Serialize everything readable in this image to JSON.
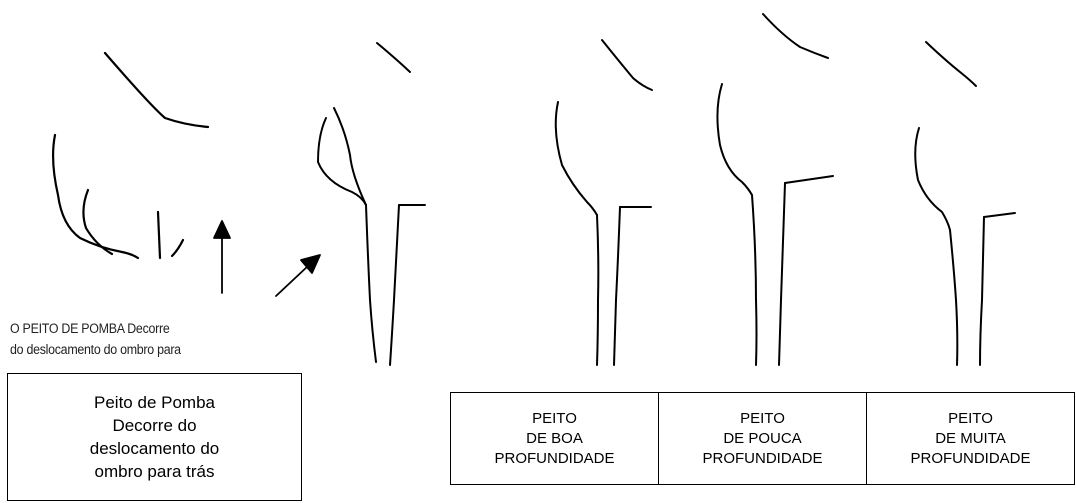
{
  "scan_label": {
    "line1": "O PEITO DE POMBA Decorre",
    "line2": "do deslocamento do ombro para"
  },
  "caption": {
    "lines": [
      "Peito de Pomba",
      "Decorre do",
      "deslocamento do",
      "ombro para trás"
    ]
  },
  "depth_table": {
    "cells": [
      {
        "lines": [
          "PEITO",
          "DE BOA",
          "PROFUNDIDADE"
        ]
      },
      {
        "lines": [
          "PEITO",
          "DE POUCA",
          "PROFUNDIDADE"
        ]
      },
      {
        "lines": [
          "PEITO",
          "DE MUITA",
          "PROFUNDIDADE"
        ]
      }
    ]
  },
  "colors": {
    "line": "#000000",
    "background": "#ffffff"
  }
}
